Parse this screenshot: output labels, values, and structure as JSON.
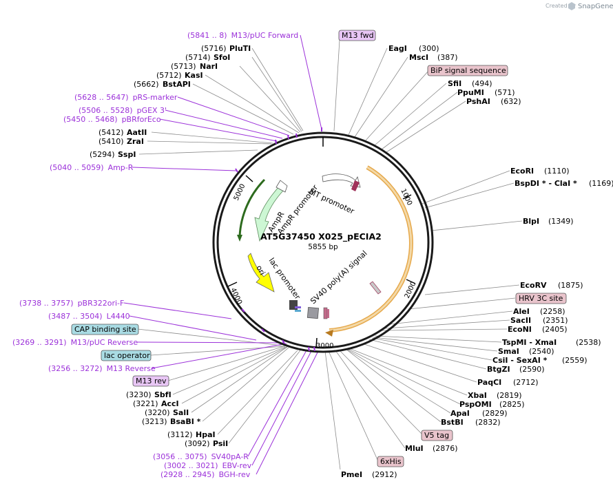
{
  "branding": {
    "created_by": "Created by",
    "name": "SnapGene"
  },
  "plasmid": {
    "name": "AT5G37450 X025_pECIA2",
    "length": "5855 bp"
  },
  "ticks": [
    "1000",
    "2000",
    "3000",
    "4000",
    "5000"
  ],
  "features": {
    "mt_promoter": "MT promoter",
    "sv40_signal": "SV40 poly(A) signal",
    "lac_promoter": "lac promoter",
    "ori": "ori",
    "ampr": "AmpR",
    "ampr_promoter": "AmpR promoter"
  },
  "left_labels": [
    {
      "type": "primer",
      "pos": "(5841 .. 8)",
      "name": "M13/pUC Forward"
    },
    {
      "type": "enzyme",
      "pos": "(5716)",
      "name": "PluTI"
    },
    {
      "type": "enzyme",
      "pos": "(5714)",
      "name": "SfoI"
    },
    {
      "type": "enzyme",
      "pos": "(5713)",
      "name": "NarI"
    },
    {
      "type": "enzyme",
      "pos": "(5712)",
      "name": "KasI"
    },
    {
      "type": "enzyme",
      "pos": "(5662)",
      "name": "BstAPI"
    },
    {
      "type": "primer",
      "pos": "(5628 .. 5647)",
      "name": "pRS-marker"
    },
    {
      "type": "primer",
      "pos": "(5506 .. 5528)",
      "name": "pGEX 3'"
    },
    {
      "type": "primer",
      "pos": "(5450 .. 5468)",
      "name": "pBRforEco"
    },
    {
      "type": "enzyme",
      "pos": "(5412)",
      "name": "AatII"
    },
    {
      "type": "enzyme",
      "pos": "(5410)",
      "name": "ZraI"
    },
    {
      "type": "enzyme",
      "pos": "(5294)",
      "name": "SspI"
    },
    {
      "type": "primer",
      "pos": "(5040 .. 5059)",
      "name": "Amp-R"
    },
    {
      "type": "primer",
      "pos": "(3738 .. 3757)",
      "name": "pBR322ori-F"
    },
    {
      "type": "primer",
      "pos": "(3487 .. 3504)",
      "name": "L4440"
    },
    {
      "type": "primer",
      "pos": "(3269 .. 3291)",
      "name": "M13/pUC Reverse"
    },
    {
      "type": "primer",
      "pos": "(3256 .. 3272)",
      "name": "M13 Reverse"
    },
    {
      "type": "enzyme",
      "pos": "(3230)",
      "name": "SbfI"
    },
    {
      "type": "enzyme",
      "pos": "(3221)",
      "name": "AccI"
    },
    {
      "type": "enzyme",
      "pos": "(3220)",
      "name": "SalI"
    },
    {
      "type": "enzyme",
      "pos": "(3213)",
      "name": "BsaBI *"
    },
    {
      "type": "enzyme",
      "pos": "(3112)",
      "name": "HpaI"
    },
    {
      "type": "enzyme",
      "pos": "(3092)",
      "name": "PsiI"
    },
    {
      "type": "primer",
      "pos": "(3056 .. 3075)",
      "name": "SV40pA-R"
    },
    {
      "type": "primer",
      "pos": "(3002 .. 3021)",
      "name": "EBV-rev"
    },
    {
      "type": "primer",
      "pos": "(2928 .. 2945)",
      "name": "BGH-rev"
    }
  ],
  "right_labels": [
    {
      "type": "enzyme",
      "name": "EagI",
      "pos": "(300)"
    },
    {
      "type": "enzyme",
      "name": "MscI",
      "pos": "(387)"
    },
    {
      "type": "enzyme",
      "name": "SfiI",
      "pos": "(494)"
    },
    {
      "type": "enzyme",
      "name": "PpuMI",
      "pos": "(571)"
    },
    {
      "type": "enzyme",
      "name": "PshAI",
      "pos": "(632)"
    },
    {
      "type": "enzyme",
      "name": "EcoRI",
      "pos": "(1110)"
    },
    {
      "type": "enzyme",
      "name": "BspDI * - ClaI *",
      "pos": "(1169)"
    },
    {
      "type": "enzyme",
      "name": "BlpI",
      "pos": "(1349)"
    },
    {
      "type": "enzyme",
      "name": "EcoRV",
      "pos": "(1875)"
    },
    {
      "type": "enzyme",
      "name": "AleI",
      "pos": "(2258)"
    },
    {
      "type": "enzyme",
      "name": "SacII",
      "pos": "(2351)"
    },
    {
      "type": "enzyme",
      "name": "EcoNI",
      "pos": "(2405)"
    },
    {
      "type": "enzyme",
      "name": "TspMI - XmaI",
      "pos": "(2538)"
    },
    {
      "type": "enzyme",
      "name": "SmaI",
      "pos": "(2540)"
    },
    {
      "type": "enzyme",
      "name": "CsiI - SexAI *",
      "pos": "(2559)"
    },
    {
      "type": "enzyme",
      "name": "BtgZI",
      "pos": "(2590)"
    },
    {
      "type": "enzyme",
      "name": "PaqCI",
      "pos": "(2712)"
    },
    {
      "type": "enzyme",
      "name": "XbaI",
      "pos": "(2819)"
    },
    {
      "type": "enzyme",
      "name": "PspOMI",
      "pos": "(2825)"
    },
    {
      "type": "enzyme",
      "name": "ApaI",
      "pos": "(2829)"
    },
    {
      "type": "enzyme",
      "name": "BstBI",
      "pos": "(2832)"
    },
    {
      "type": "enzyme",
      "name": "MluI",
      "pos": "(2876)"
    },
    {
      "type": "enzyme",
      "name": "PmeI",
      "pos": "(2912)"
    }
  ],
  "boxes": [
    {
      "text": "M13 fwd",
      "color": "#e8c6f5"
    },
    {
      "text": "BiP signal sequence",
      "color": "#e9c4cc"
    },
    {
      "text": "HRV 3C site",
      "color": "#e9c4cc"
    },
    {
      "text": "V5 tag",
      "color": "#e9c4cc"
    },
    {
      "text": "6xHis",
      "color": "#e9c4cc"
    },
    {
      "text": "CAP binding site",
      "color": "#a9dbe3"
    },
    {
      "text": "lac operator",
      "color": "#a9dbe3"
    },
    {
      "text": "M13 rev",
      "color": "#e8c6f5"
    }
  ],
  "colors": {
    "primer": "#9b30d9",
    "enzyme": "#000000",
    "line": "#8a8a8a"
  }
}
